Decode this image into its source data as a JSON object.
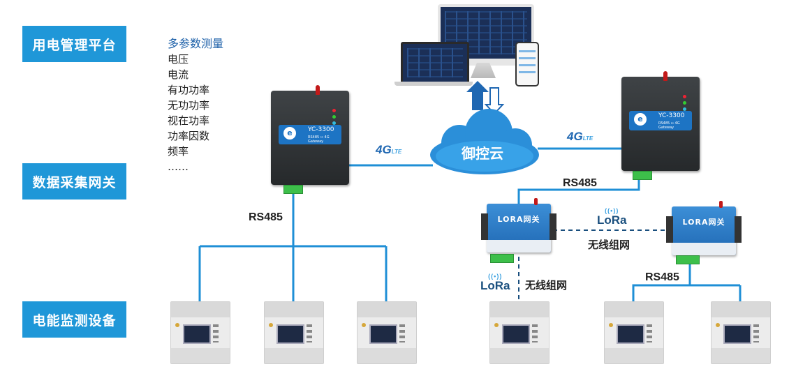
{
  "layer_labels": {
    "platform": "用电管理平台",
    "gateway": "数据采集网关",
    "devices": "电能监测设备"
  },
  "parameters": {
    "title": "多参数测量",
    "items": [
      "电压",
      "电流",
      "有功功率",
      "无功功率",
      "视在功率",
      "功率因数",
      "频率",
      "……"
    ]
  },
  "cloud": {
    "label": "御控云"
  },
  "protocol": {
    "rs485": "RS485",
    "lte": "4G",
    "lte_suffix": "LTE",
    "lora": "LoRa",
    "wireless_network": "无线组网"
  },
  "gateway_4g": {
    "model": "YC-3300",
    "subtitle": "RS485 ↔ 4G Gateway",
    "icon": "wifi-logo-icon"
  },
  "lora_gateway": {
    "label": "LORA网关"
  },
  "colors": {
    "label_bg": "#1f97d8",
    "link_line": "#1f8fd6",
    "cloud": "#2b8fd9",
    "lora_gateway": "#2a7acb"
  }
}
